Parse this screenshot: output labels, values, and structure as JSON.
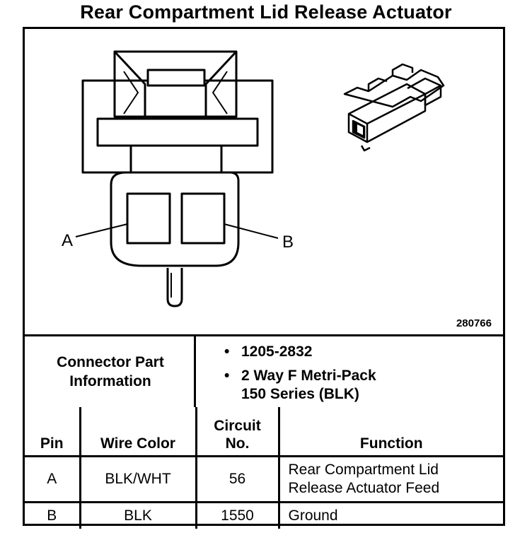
{
  "title": "Rear Compartment Lid Release Actuator",
  "figure_number": "280766",
  "pin_callouts": {
    "a": "A",
    "b": "B"
  },
  "connector_info": {
    "label_line1": "Connector Part",
    "label_line2": "Information",
    "bullet_char": "•",
    "items": [
      {
        "lines": [
          "1205-2832"
        ]
      },
      {
        "lines": [
          "2 Way F Metri-Pack",
          "150 Series (BLK)"
        ]
      }
    ]
  },
  "table": {
    "headers": {
      "pin": "Pin",
      "wire_color": "Wire Color",
      "circuit_line1": "Circuit",
      "circuit_line2": "No.",
      "function": "Function"
    },
    "rows": [
      {
        "pin": "A",
        "wire_color": "BLK/WHT",
        "circuit": "56",
        "function_line1": "Rear Compartment Lid",
        "function_line2": "Release Actuator Feed"
      },
      {
        "pin": "B",
        "wire_color": "BLK",
        "circuit": "1550",
        "function_line1": "Ground",
        "function_line2": ""
      }
    ]
  }
}
